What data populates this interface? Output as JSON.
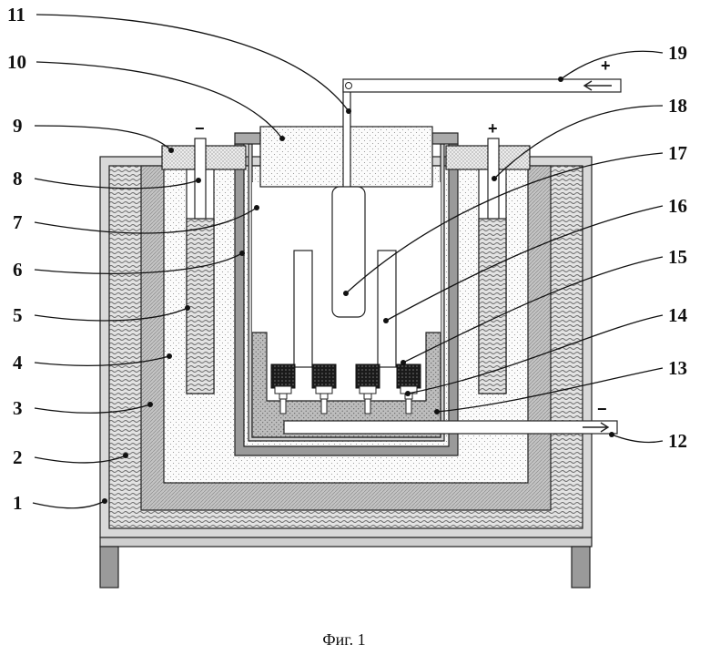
{
  "figure": {
    "caption": "Фиг. 1",
    "labels": {
      "l1": "1",
      "l2": "2",
      "l3": "3",
      "l4": "4",
      "l5": "5",
      "l6": "6",
      "l7": "7",
      "l8": "8",
      "l9": "9",
      "l10": "10",
      "l11": "11",
      "l12": "12",
      "l13": "13",
      "l14": "14",
      "l15": "15",
      "l16": "16",
      "l17": "17",
      "l18": "18",
      "l19": "19"
    },
    "polarity": {
      "left_electrode": "−",
      "right_electrode": "+",
      "anode_bar": "+",
      "cathode_bar": "−"
    },
    "colors": {
      "outline": "#222222",
      "dark_gray": "#9a9a9a",
      "light_fill": "#f4f4f4",
      "white": "#ffffff"
    }
  }
}
